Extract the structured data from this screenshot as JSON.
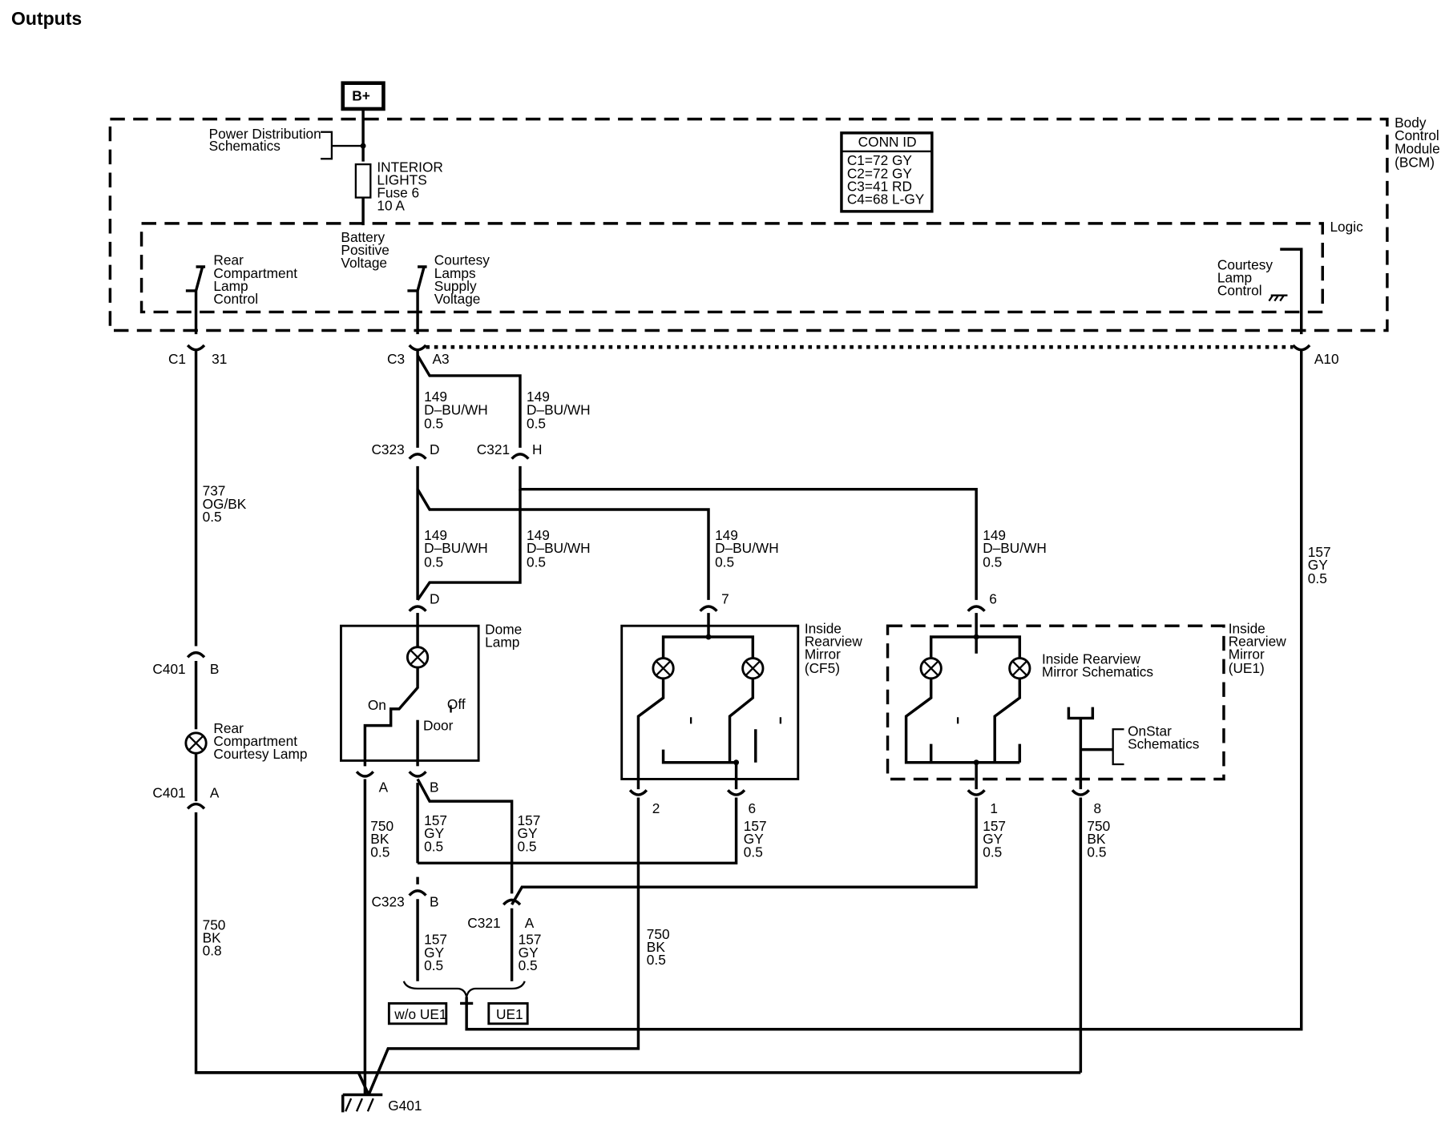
{
  "title": "Outputs",
  "power_source": "B+",
  "power_distribution": [
    "Power Distribution",
    "Schematics"
  ],
  "fuse": [
    "INTERIOR",
    "LIGHTS",
    "Fuse 6",
    "10 A"
  ],
  "battery_voltage": [
    "Battery",
    "Positive",
    "Voltage"
  ],
  "conn_id": {
    "header": "CONN ID",
    "lines": [
      "C1=72 GY",
      "C2=72 GY",
      "C3=41 RD",
      "C4=68 L-GY"
    ]
  },
  "bcm_label": [
    "Body",
    "Control",
    "Module",
    "(BCM)"
  ],
  "logic_label": "Logic",
  "rear_compartment_control": [
    "Rear",
    "Compartment",
    "Lamp",
    "Control"
  ],
  "courtesy_supply": [
    "Courtesy",
    "Lamps",
    "Supply",
    "Voltage"
  ],
  "courtesy_control": [
    "Courtesy",
    "Lamp",
    "Control"
  ],
  "connectors": {
    "c1": "C1",
    "c1_pin": "31",
    "c3": "C3",
    "c3_pin": "A3",
    "a10": "A10",
    "c323_top": "C323",
    "c323_top_pin": "D",
    "c321_top": "C321",
    "c321_top_pin": "H",
    "dome_in_pin": "D",
    "cf5_in_pin": "7",
    "ue1_in_pin": "6",
    "c401_b": "C401",
    "c401_b_pin": "B",
    "c401_a": "C401",
    "c401_a_pin": "A",
    "dome_a": "A",
    "dome_b": "B",
    "cf5_out_2": "2",
    "cf5_out_6": "6",
    "ue1_out_1": "1",
    "ue1_out_8": "8",
    "c323_bot": "C323",
    "c323_bot_pin": "B",
    "c321_bot": "C321",
    "c321_bot_pin": "A",
    "ground": "G401"
  },
  "wires": {
    "w149_a": [
      "149",
      "D–BU/WH",
      "0.5"
    ],
    "w149_b": [
      "149",
      "D–BU/WH",
      "0.5"
    ],
    "w149_c": [
      "149",
      "D–BU/WH",
      "0.5"
    ],
    "w149_d": [
      "149",
      "D–BU/WH",
      "0.5"
    ],
    "w149_e": [
      "149",
      "D–BU/WH",
      "0.5"
    ],
    "w149_f": [
      "149",
      "D–BU/WH",
      "0.5"
    ],
    "w737": [
      "737",
      "OG/BK",
      "0.5"
    ],
    "w157_bcm": [
      "157",
      "GY",
      "0.5"
    ],
    "w750_dome": [
      "750",
      "BK",
      "0.5"
    ],
    "w157_dome_b": [
      "157",
      "GY",
      "0.5"
    ],
    "w157_dome_c": [
      "157",
      "GY",
      "0.5"
    ],
    "w157_cf5": [
      "157",
      "GY",
      "0.5"
    ],
    "w157_ue1": [
      "157",
      "GY",
      "0.5"
    ],
    "w750_ue1": [
      "750",
      "BK",
      "0.5"
    ],
    "w750_rear": [
      "750",
      "BK",
      "0.8"
    ],
    "w750_cf5": [
      "750",
      "BK",
      "0.5"
    ],
    "w157_c323": [
      "157",
      "GY",
      "0.5"
    ],
    "w157_c321": [
      "157",
      "GY",
      "0.5"
    ]
  },
  "rear_lamp": [
    "Rear",
    "Compartment",
    "Courtesy Lamp"
  ],
  "dome_lamp": {
    "name": [
      "Dome",
      "Lamp"
    ],
    "on": "On",
    "off": "Off",
    "door": "Door"
  },
  "mirror_cf5": [
    "Inside",
    "Rearview",
    "Mirror",
    "(CF5)"
  ],
  "mirror_ue1": [
    "Inside",
    "Rearview",
    "Mirror",
    "(UE1)"
  ],
  "mirror_schematics": [
    "Inside Rearview",
    "Mirror Schematics"
  ],
  "onstar": [
    "OnStar",
    "Schematics"
  ],
  "options": {
    "without": "w/o UE1",
    "with": "UE1"
  }
}
